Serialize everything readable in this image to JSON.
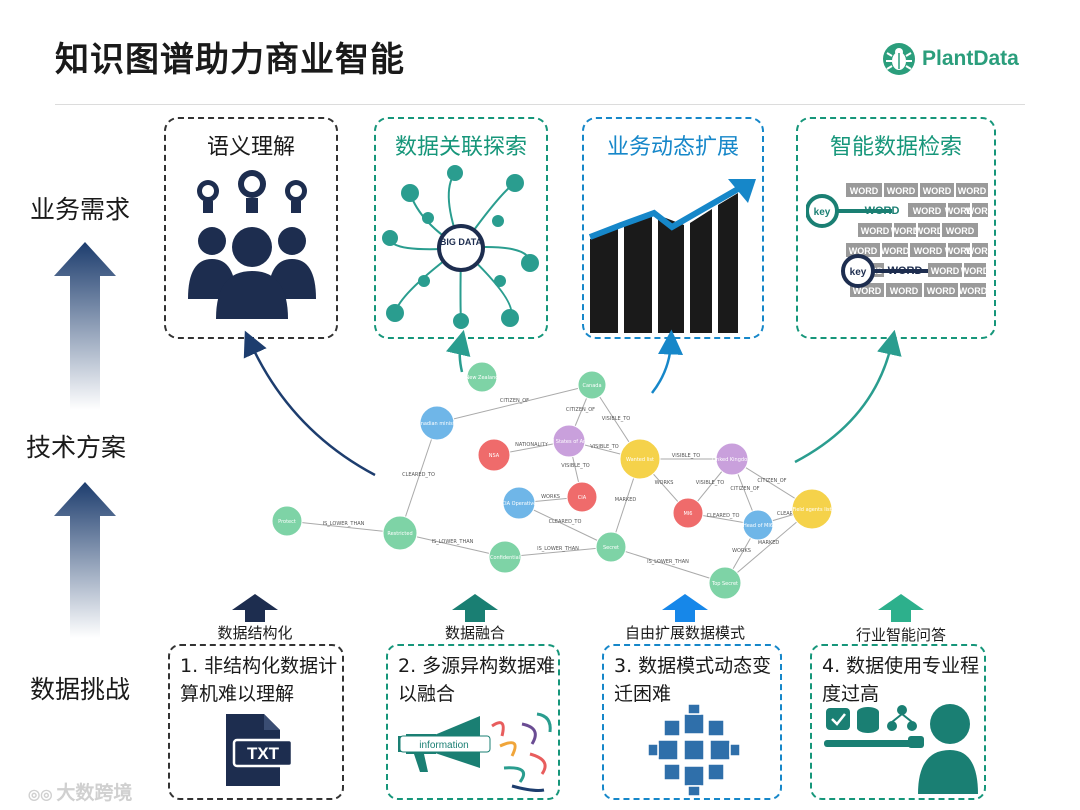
{
  "title": "知识图谱助力商业智能",
  "logo": {
    "text": "PlantData",
    "color": "#2b9e7c"
  },
  "side_labels": {
    "requirements": "业务需求",
    "solution": "技术方案",
    "challenges": "数据挑战"
  },
  "top_boxes": [
    {
      "title": "语义理解",
      "color": "#1a1a1a"
    },
    {
      "title": "数据关联探索",
      "color": "#16967a"
    },
    {
      "title": "业务动态扩展",
      "color": "#1687c9"
    },
    {
      "title": "智能数据检索",
      "color": "#16967a"
    }
  ],
  "bottom_boxes": [
    {
      "text": "1. 非结构化数据计算机难以理解",
      "arrow_label": "数据结构化",
      "icon_text": "TXT"
    },
    {
      "text": "2. 多源异构数据难以融合",
      "arrow_label": "数据融合",
      "icon_text": "information"
    },
    {
      "text": "3. 数据模式动态变迁困难",
      "arrow_label": "自由扩展数据模式",
      "icon_text": ""
    },
    {
      "text": "4. 数据使用专业程度过高",
      "arrow_label": "行业智能问答",
      "icon_text": ""
    }
  ],
  "big_data_label": "BIG DATA",
  "word_grid": {
    "word": "WORD",
    "key": "key"
  },
  "graph_nodes": [
    {
      "label": "New Zealand",
      "color": "#7ed3a6"
    },
    {
      "label": "Canada",
      "color": "#7ed3a6"
    },
    {
      "label": "Canadian minister",
      "color": "#6fb6e8"
    },
    {
      "label": "United States of America",
      "color": "#c9a0dc"
    },
    {
      "label": "NSA",
      "color": "#ef6b6b"
    },
    {
      "label": "Wanted list",
      "color": "#f5d24a"
    },
    {
      "label": "Linked Kingdom",
      "color": "#c9a0dc"
    },
    {
      "label": "CIA Operative",
      "color": "#6fb6e8"
    },
    {
      "label": "CIA",
      "color": "#ef6b6b"
    },
    {
      "label": "MI6",
      "color": "#ef6b6b"
    },
    {
      "label": "Head of MI6",
      "color": "#6fb6e8"
    },
    {
      "label": "Field agents list",
      "color": "#f5d24a"
    },
    {
      "label": "Protect",
      "color": "#7ed3a6"
    },
    {
      "label": "Restricted",
      "color": "#7ed3a6"
    },
    {
      "label": "Confidential",
      "color": "#7ed3a6"
    },
    {
      "label": "Secret",
      "color": "#7ed3a6"
    },
    {
      "label": "Top Secret",
      "color": "#7ed3a6"
    }
  ],
  "graph_edges": [
    "CITIZEN_OF",
    "CITIZEN_OF",
    "NATIONALITY",
    "VISIBLE_TO",
    "VISIBLE_TO",
    "VISIBLE_TO",
    "CITIZEN_OF",
    "CLEARED_TO",
    "WORKS",
    "VISIBLE_TO",
    "WORKS",
    "VISIBLE_TO",
    "CITIZEN_OF",
    "IS_LOWER_THAN",
    "IS_LOWER_THAN",
    "IS_LOWER_THAN",
    "IS_LOWER_THAN",
    "CLEARED_TO",
    "MARKED",
    "WORKS",
    "MARKED",
    "CLEAR",
    "CLEARED_TO"
  ],
  "watermark": "大数跨境"
}
